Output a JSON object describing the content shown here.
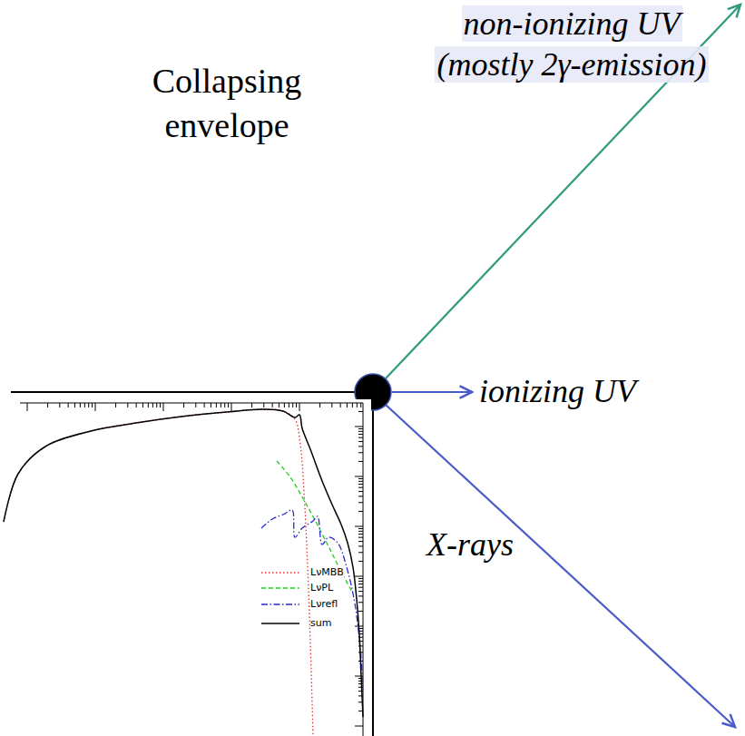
{
  "diagram": {
    "nodes": [
      {
        "text": [
          "Collapsing envelope"
        ]
      }
    ],
    "labels": [
      "non-ionizing UV (mostly 2γ-emission)",
      "ionizing UV",
      "X-rays"
    ],
    "legend": [
      {
        "text": "LνMBB"
      },
      {
        "text": "LνPL"
      },
      {
        "text": "Lνrefl"
      },
      {
        "text": "sum"
      }
    ]
  }
}
